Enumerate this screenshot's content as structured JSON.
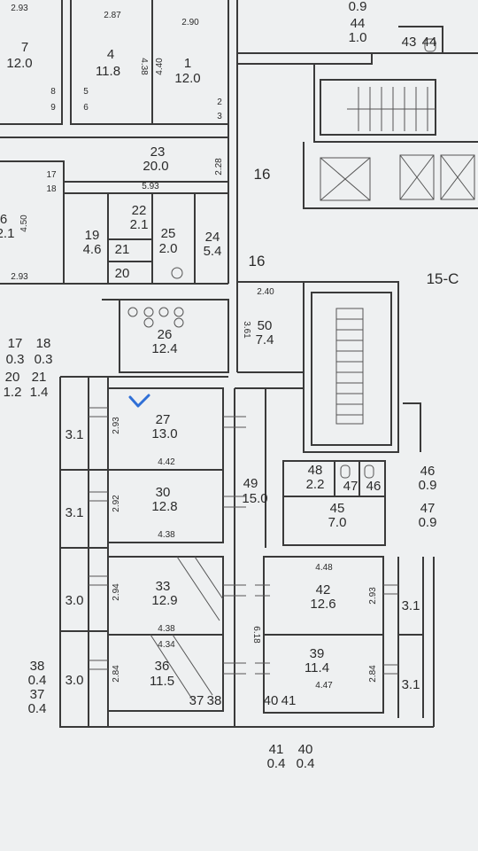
{
  "colors": {
    "paper": "#eef0f1",
    "ink": "#3a3a3a",
    "check_mark": "#2f6fd6"
  },
  "rooms": [
    {
      "id": "r7",
      "num": "7",
      "area": "12.0"
    },
    {
      "id": "r4",
      "num": "4",
      "area": "11.8"
    },
    {
      "id": "r1",
      "num": "1",
      "area": "12.0"
    },
    {
      "id": "r23",
      "num": "23",
      "area": "20.0"
    },
    {
      "id": "r6",
      "num": "6",
      "area": "2.1"
    },
    {
      "id": "r22",
      "num": "22",
      "area": "2.1"
    },
    {
      "id": "r19",
      "num": "19",
      "area": "4.6"
    },
    {
      "id": "r25",
      "num": "25",
      "area": "2.0"
    },
    {
      "id": "r24",
      "num": "24",
      "area": "5.4"
    },
    {
      "id": "r21",
      "num": "21",
      "area": ""
    },
    {
      "id": "r20",
      "num": "20",
      "area": ""
    },
    {
      "id": "r26",
      "num": "26",
      "area": "12.4"
    },
    {
      "id": "r50",
      "num": "50",
      "area": "7.4"
    },
    {
      "id": "r17",
      "num": "17",
      "area": "0.3"
    },
    {
      "id": "r18",
      "num": "18",
      "area": "0.3"
    },
    {
      "id": "r20b",
      "num": "20",
      "area": "1.2"
    },
    {
      "id": "r21b",
      "num": "21",
      "area": "1.4"
    },
    {
      "id": "r27",
      "num": "27",
      "area": "13.0"
    },
    {
      "id": "r30",
      "num": "30",
      "area": "12.8"
    },
    {
      "id": "r33",
      "num": "33",
      "area": "12.9"
    },
    {
      "id": "r36",
      "num": "36",
      "area": "11.5"
    },
    {
      "id": "r49",
      "num": "49",
      "area": "15.0"
    },
    {
      "id": "r48",
      "num": "48",
      "area": "2.2"
    },
    {
      "id": "r45",
      "num": "45",
      "area": "7.0"
    },
    {
      "id": "r42",
      "num": "42",
      "area": "12.6"
    },
    {
      "id": "r39",
      "num": "39",
      "area": "11.4"
    },
    {
      "id": "r46",
      "num": "46",
      "area": "0.9"
    },
    {
      "id": "r47",
      "num": "47",
      "area": "0.9"
    },
    {
      "id": "r38",
      "num": "38",
      "area": "0.4"
    },
    {
      "id": "r37",
      "num": "37",
      "area": "0.4"
    },
    {
      "id": "r41",
      "num": "41",
      "area": "0.4"
    },
    {
      "id": "r40",
      "num": "40",
      "area": "0.4"
    },
    {
      "id": "r44",
      "num": "44",
      "area": "1.0"
    }
  ],
  "loggia_areas": [
    "3.1",
    "3.1",
    "3.0",
    "3.0",
    "3.1",
    "3.1"
  ],
  "dimensions": [
    "2.93",
    "2.87",
    "2.90",
    "4.38",
    "4.40",
    "2.28",
    "5.93",
    "4.50",
    "2.93",
    "2.40",
    "3.61",
    "2.93",
    "4.42",
    "2.92",
    "4.38",
    "2.94",
    "4.38",
    "4.34",
    "2.84",
    "4.48",
    "2.93",
    "6.18",
    "4.47",
    "2.84",
    "0.9"
  ],
  "small_tags": [
    "8",
    "5",
    "9",
    "6",
    "2",
    "3",
    "17",
    "18",
    "43",
    "44",
    "47",
    "46",
    "37",
    "38",
    "40",
    "41"
  ],
  "section_labels": [
    "16",
    "16",
    "15-C"
  ]
}
